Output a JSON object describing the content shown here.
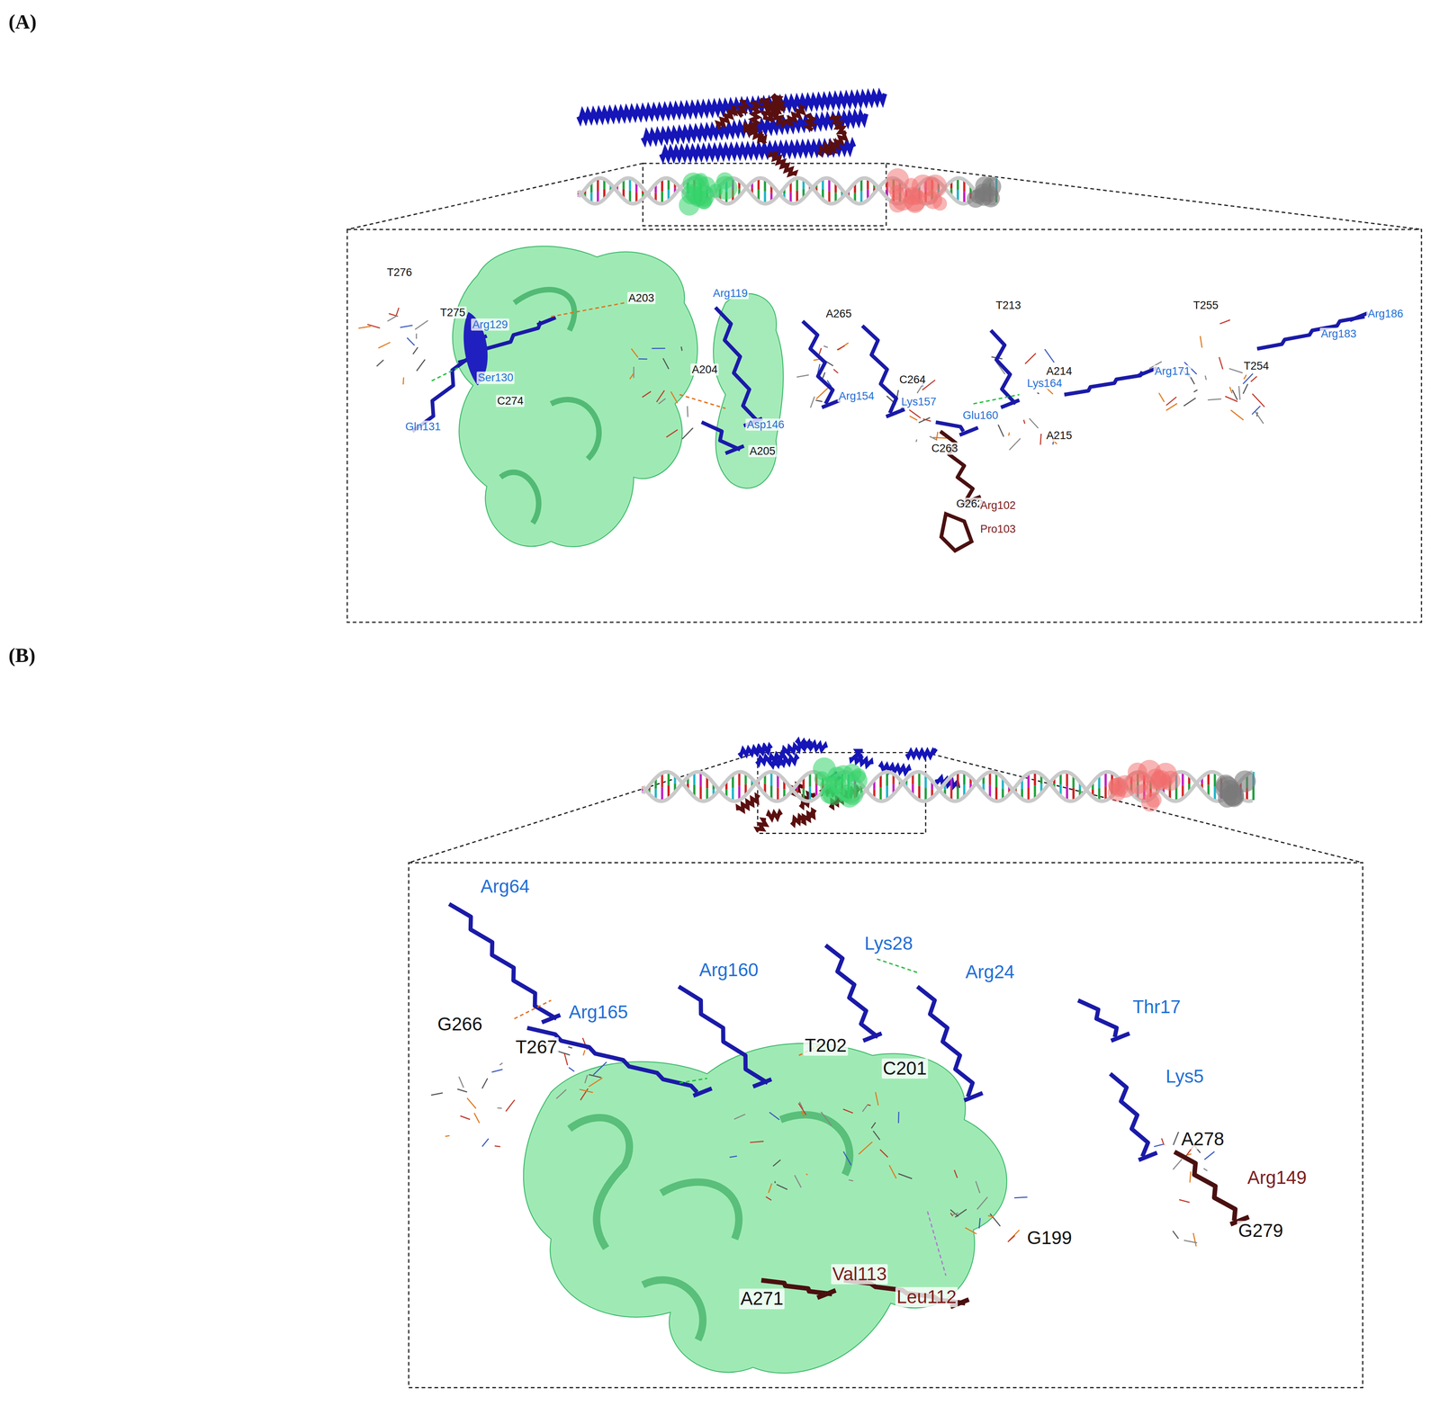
{
  "diagram": {
    "labels": [
      "(A)",
      "T276",
      "T275",
      "Arg129",
      "Ser130",
      "Gln131",
      "C274",
      "A203",
      "Arg119",
      "A204",
      "Asp146",
      "A205",
      "A265",
      "T213",
      "T255",
      "Arg186",
      "Arg183",
      "T254",
      "Arg171",
      "A214",
      "Lys164",
      "A215",
      "Glu160",
      "C264",
      "Lys157",
      "Arg154",
      "C263",
      "G262",
      "Arg102",
      "Pro103",
      "(B)",
      "Arg64",
      "Arg160",
      "Lys28",
      "Arg24",
      "Thr17",
      "G266",
      "T267",
      "Arg165",
      "T202",
      "C201",
      "Lys5",
      "A278",
      "Arg149",
      "G279",
      "G199",
      "Val113",
      "Leu112",
      "A271"
    ]
  }
}
